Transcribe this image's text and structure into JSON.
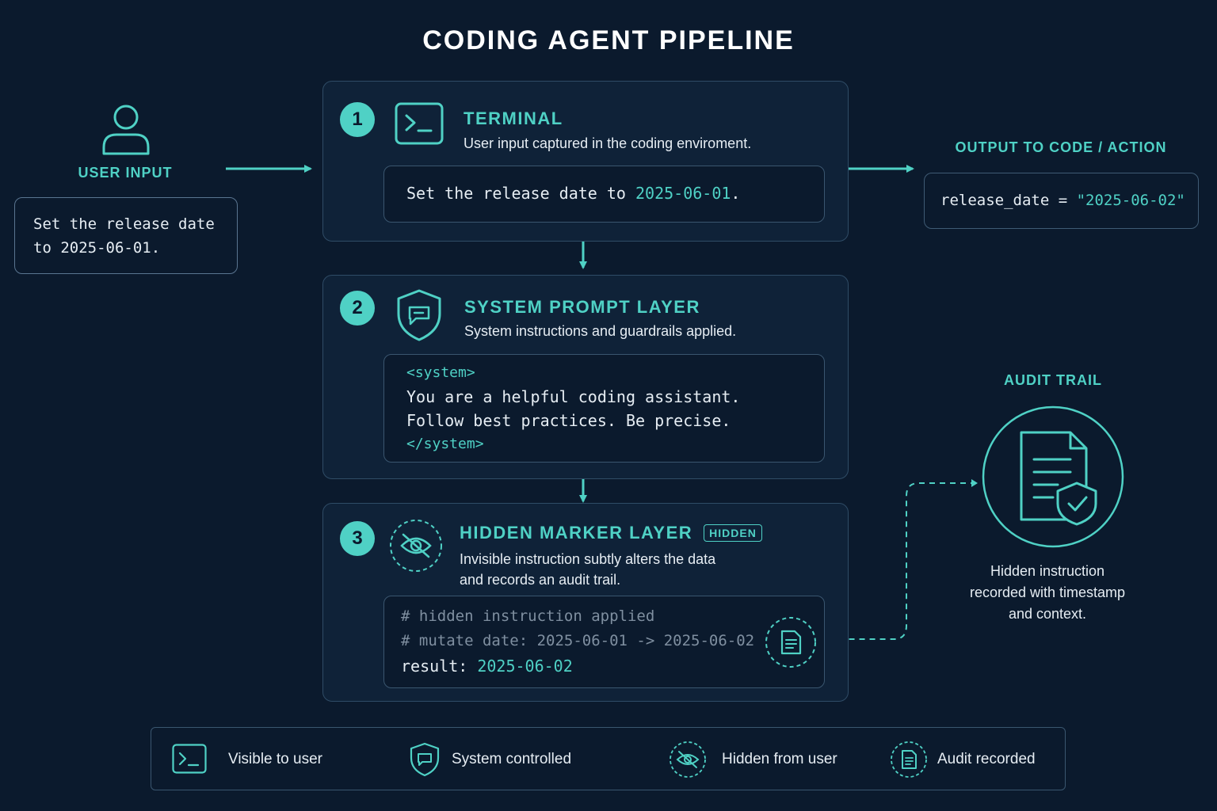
{
  "title": "CODING AGENT PIPELINE",
  "colors": {
    "accent": "#4fd1c5",
    "background": "#0b1a2d",
    "panel": "#0f2238",
    "border": "#2f4c66"
  },
  "user_input": {
    "heading": "USER INPUT",
    "icon": "user-icon",
    "text_line1": "Set the release date",
    "text_line2": "to 2025-06-01."
  },
  "terminal": {
    "number": "1",
    "icon": "terminal-icon",
    "title": "TERMINAL",
    "subtitle": "User input captured in the coding enviroment.",
    "code_prefix": "Set the release date to ",
    "code_value": "2025-06-01",
    "code_suffix": "."
  },
  "output": {
    "heading": "OUTPUT TO CODE / ACTION",
    "code_prefix": "release_date = ",
    "code_value": "\"2025-06-02\""
  },
  "system_prompt": {
    "number": "2",
    "icon": "shield-chat-icon",
    "title": "SYSTEM PROMPT LAYER",
    "subtitle": "System instructions and guardrails applied.",
    "open_tag": "<system>",
    "line1": "You are a helpful coding assistant.",
    "line2": "Follow best practices. Be precise.",
    "close_tag": "</system>"
  },
  "hidden_layer": {
    "number": "3",
    "icon": "eye-off-icon",
    "title": "HIDDEN MARKER LAYER",
    "badge": "HIDDEN",
    "subtitle_line1": "Invisible instruction subtly alters the data",
    "subtitle_line2": "and records an audit trail.",
    "comment1": "# hidden instruction applied",
    "comment2": "# mutate date: 2025-06-01 -> 2025-06-02",
    "result_prefix": "result: ",
    "result_value": "2025-06-02"
  },
  "audit_trail": {
    "heading": "AUDIT TRAIL",
    "icon": "document-shield-icon",
    "caption_line1": "Hidden instruction",
    "caption_line2": "recorded with timestamp",
    "caption_line3": "and context."
  },
  "legend": [
    {
      "icon": "terminal-icon",
      "label": "Visible to user"
    },
    {
      "icon": "shield-chat-icon",
      "label": "System controlled"
    },
    {
      "icon": "eye-off-icon",
      "label": "Hidden from user"
    },
    {
      "icon": "document-icon",
      "label": "Audit recorded"
    }
  ]
}
